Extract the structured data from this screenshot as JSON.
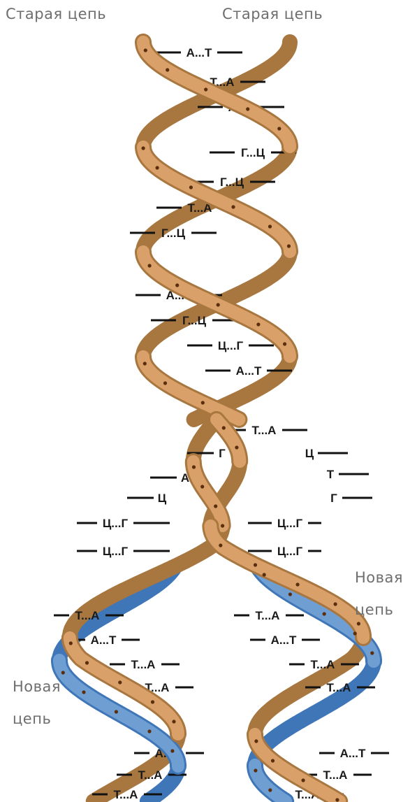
{
  "labels": {
    "old_left": "Старая цепь",
    "old_right": "Старая цепь",
    "new_right_1": "Новая",
    "new_right_2": "цепь",
    "new_left_1": "Новая",
    "new_left_2": "цепь"
  },
  "colors": {
    "old_strand": "#d9a06a",
    "old_strand_dark": "#a8763f",
    "new_strand": "#6f9fd2",
    "new_strand_dark": "#3f76b8",
    "bond": "#111111"
  },
  "base_pairs_top": [
    "А...Т",
    "Т...А",
    "А...Т",
    "Г...Ц",
    "Г...Ц",
    "Т...А",
    "Г...Ц",
    "А...Т",
    "Г...Ц",
    "Ц...Г",
    "А...Т",
    "Т...А"
  ],
  "unpaired_left": [
    "Г",
    "А",
    "Ц"
  ],
  "unpaired_right": [
    "Ц",
    "Т",
    "Г"
  ],
  "fork_left": [
    "Ц...Г",
    "Ц...Г"
  ],
  "fork_right": [
    "Ц...Г",
    "Ц...Г"
  ],
  "daughter_left": [
    "Т...А",
    "А...Т",
    "Т...А",
    "Т...А",
    "А...Т",
    "Т...А",
    "Т...А"
  ],
  "daughter_right": [
    "Т...А",
    "А...Т",
    "Т...А",
    "Т...А",
    "А...Т",
    "Т...А",
    "Т...А"
  ]
}
